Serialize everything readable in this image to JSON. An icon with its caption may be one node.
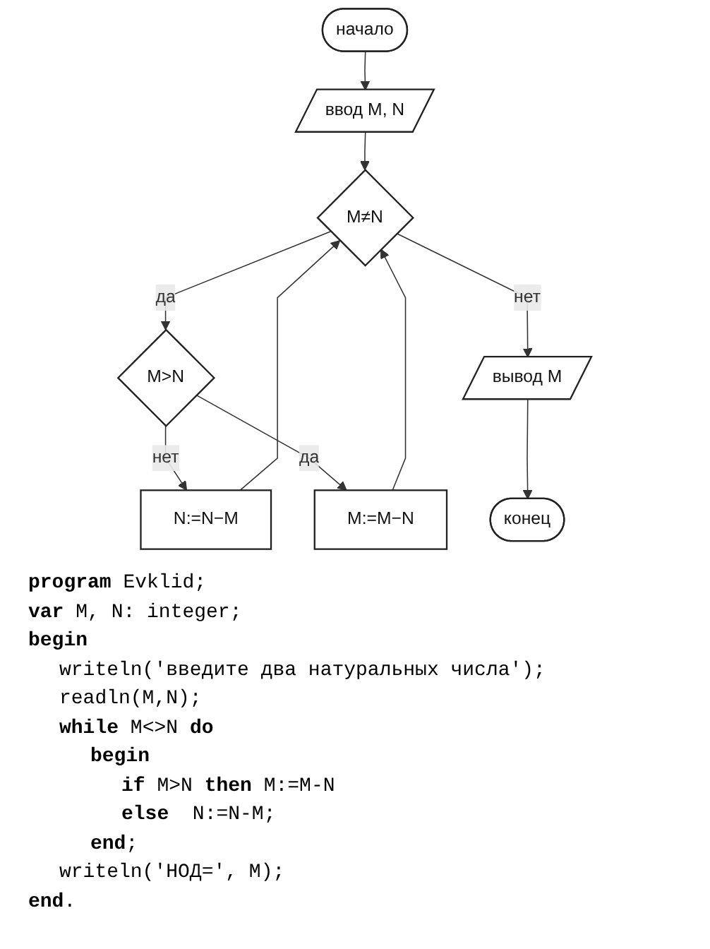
{
  "diagram": {
    "nodes": [
      {
        "text": [
          "начало"
        ]
      },
      {
        "text": [
          "ввод M, N"
        ]
      },
      {
        "text": [
          "M≠N"
        ]
      },
      {
        "text": [
          "M>N"
        ]
      },
      {
        "text": [
          "N:=N−M"
        ]
      },
      {
        "text": [
          "M:=M−N"
        ]
      },
      {
        "text": [
          "вывод M"
        ]
      },
      {
        "text": [
          "конец"
        ]
      }
    ],
    "edges": [
      {
        "from": 0,
        "to": 1,
        "arrow": "to"
      },
      {
        "from": 1,
        "to": 2,
        "arrow": "to"
      },
      {
        "from": 2,
        "to": 3,
        "label": "да",
        "arrow": "to"
      },
      {
        "from": 3,
        "to": 4,
        "label": "нет",
        "arrow": "to"
      },
      {
        "from": 3,
        "to": 5,
        "label": "да",
        "arrow": "to"
      },
      {
        "from": 4,
        "to": 2,
        "arrow": "to"
      },
      {
        "from": 5,
        "to": 2,
        "arrow": "to"
      },
      {
        "from": 2,
        "to": 6,
        "label": "нет",
        "arrow": "to"
      },
      {
        "from": 6,
        "to": 7,
        "arrow": "to"
      }
    ],
    "labels": [
      "**program** Evklid;",
      "**var** M, N: integer;",
      "**begin**",
      "writeln('введите два натуральных числа');",
      "readln(M,N);",
      "**while** M<>N **do**",
      "**begin**",
      "**if** M>N **then** M:=M-N",
      "**else**  N:=N-M;",
      "**end**;",
      "writeln('НОД=', M);",
      "**end**."
    ]
  }
}
